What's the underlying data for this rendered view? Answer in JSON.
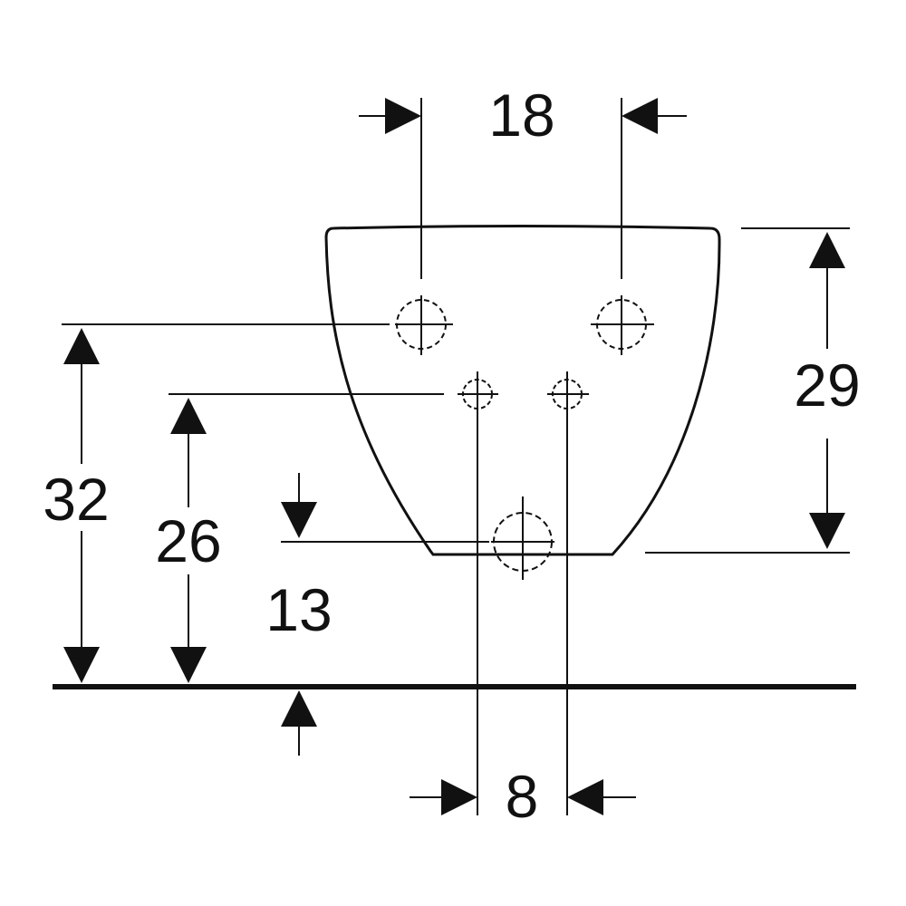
{
  "diagram": {
    "dimensions": {
      "spacing_upper": "18",
      "height_body": "29",
      "height_upper_holes": "32",
      "height_lower_holes": "26",
      "height_drain": "13",
      "spacing_lower": "8"
    },
    "colors": {
      "line": "#111111",
      "background": "#ffffff"
    }
  }
}
